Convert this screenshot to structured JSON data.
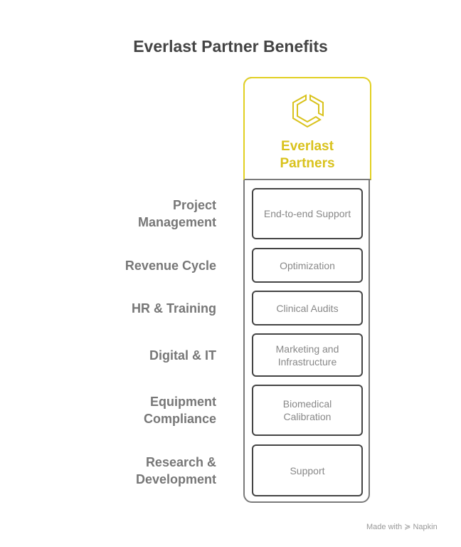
{
  "title": "Everlast Partner Benefits",
  "header": {
    "line1": "Everlast",
    "line2": "Partners",
    "icon": "hexagon-logo-icon",
    "color": "#d9c21c"
  },
  "rows": [
    {
      "label1": "Project",
      "label2": "Management",
      "value1": "End-to-end Support",
      "value2": ""
    },
    {
      "label1": "Revenue Cycle",
      "label2": "",
      "value1": "Optimization",
      "value2": ""
    },
    {
      "label1": "HR & Training",
      "label2": "",
      "value1": "Clinical Audits",
      "value2": ""
    },
    {
      "label1": "Digital & IT",
      "label2": "",
      "value1": "Marketing and",
      "value2": "Infrastructure"
    },
    {
      "label1": "Equipment",
      "label2": "Compliance",
      "value1": "Biomedical",
      "value2": "Calibration"
    },
    {
      "label1": "Research &",
      "label2": "Development",
      "value1": "Support",
      "value2": ""
    }
  ],
  "footer": {
    "text": "Made with",
    "brand": "Napkin"
  }
}
